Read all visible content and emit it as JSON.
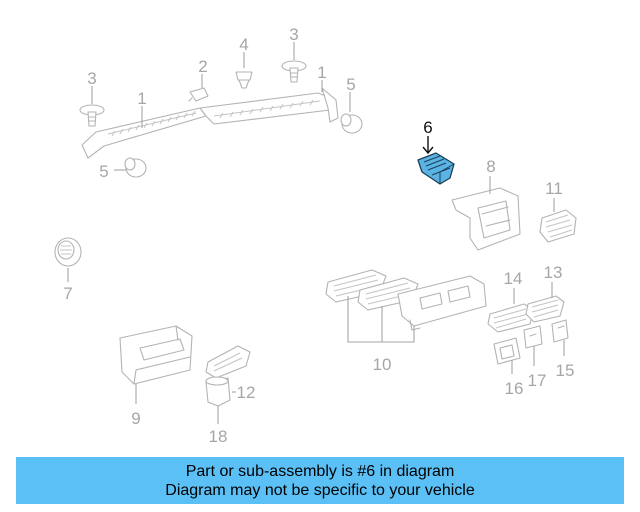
{
  "colors": {
    "highlight_fill": "#5ab4e3",
    "banner_background": "#5bc0f5",
    "part_outline": "#b3b3b3",
    "label_gray": "#a6a6a6"
  },
  "highlighted_part": "6",
  "callouts": {
    "c1a": "1",
    "c1b": "1",
    "c2": "2",
    "c3a": "3",
    "c3b": "3",
    "c4": "4",
    "c5a": "5",
    "c5b": "5",
    "c6": "6",
    "c7": "7",
    "c8": "8",
    "c9": "9",
    "c10": "10",
    "c11": "11",
    "c12": "12",
    "c13": "13",
    "c14": "14",
    "c15": "15",
    "c16": "16",
    "c17": "17",
    "c18": "18"
  },
  "banner": {
    "line1": "Part or sub-assembly is #6 in diagram",
    "line2": "Diagram may not be specific to your vehicle"
  }
}
